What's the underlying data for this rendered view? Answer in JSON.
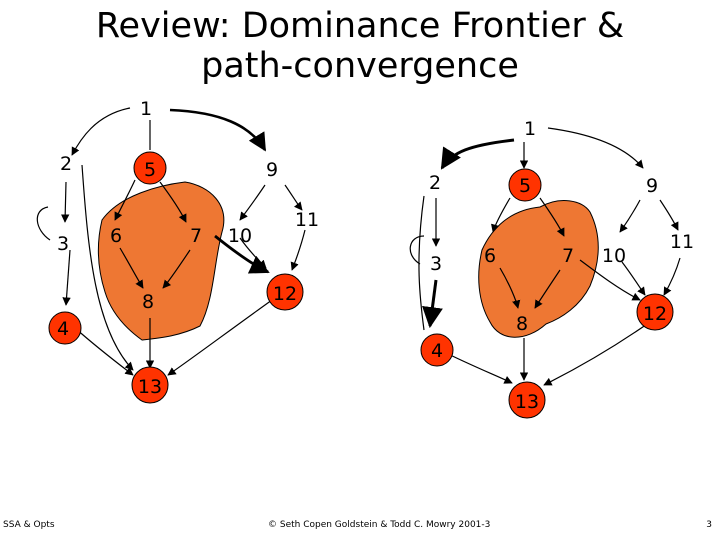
{
  "title": "Review: Dominance Frontier & path-convergence",
  "footer": {
    "left": "SSA & Opts",
    "center": "© Seth Copen Goldstein & Todd C. Mowry 2001-3",
    "right": "3"
  },
  "colors": {
    "region_fill": "#ee7733",
    "highlight_node": "#ff3300",
    "edge": "#000000"
  },
  "graphs": [
    {
      "nodes": [
        {
          "id": "1",
          "label": "1"
        },
        {
          "id": "2",
          "label": "2"
        },
        {
          "id": "3",
          "label": "3"
        },
        {
          "id": "4",
          "label": "4"
        },
        {
          "id": "5",
          "label": "5"
        },
        {
          "id": "6",
          "label": "6"
        },
        {
          "id": "7",
          "label": "7"
        },
        {
          "id": "8",
          "label": "8"
        },
        {
          "id": "9",
          "label": "9"
        },
        {
          "id": "10",
          "label": "10"
        },
        {
          "id": "11",
          "label": "11"
        },
        {
          "id": "12",
          "label": "12"
        },
        {
          "id": "13",
          "label": "13"
        }
      ]
    },
    {
      "nodes": [
        {
          "id": "1",
          "label": "1"
        },
        {
          "id": "2",
          "label": "2"
        },
        {
          "id": "3",
          "label": "3"
        },
        {
          "id": "4",
          "label": "4"
        },
        {
          "id": "5",
          "label": "5"
        },
        {
          "id": "6",
          "label": "6"
        },
        {
          "id": "7",
          "label": "7"
        },
        {
          "id": "8",
          "label": "8"
        },
        {
          "id": "9",
          "label": "9"
        },
        {
          "id": "10",
          "label": "10"
        },
        {
          "id": "11",
          "label": "11"
        },
        {
          "id": "12",
          "label": "12"
        },
        {
          "id": "13",
          "label": "13"
        }
      ]
    }
  ]
}
